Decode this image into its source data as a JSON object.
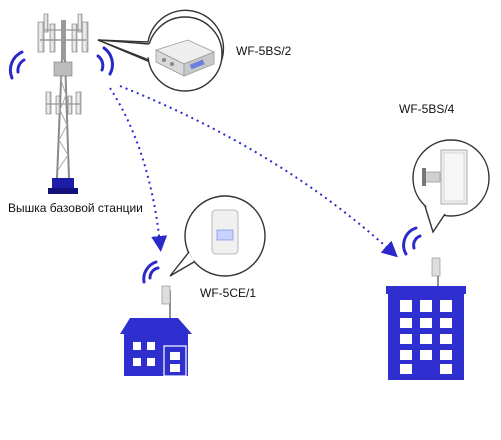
{
  "tower": {
    "label": "Вышка базовой станции"
  },
  "devices": [
    {
      "id": "bs2",
      "label": "WF-5BS/2"
    },
    {
      "id": "bs4",
      "label": "WF-5BS/4"
    },
    {
      "id": "ce1",
      "label": "WF-5CE/1"
    }
  ],
  "colors": {
    "wave": "#2a2acb",
    "house": "#2f2fd0",
    "tower_metal": "#9a9a9a",
    "bubble_stroke": "#333333"
  }
}
